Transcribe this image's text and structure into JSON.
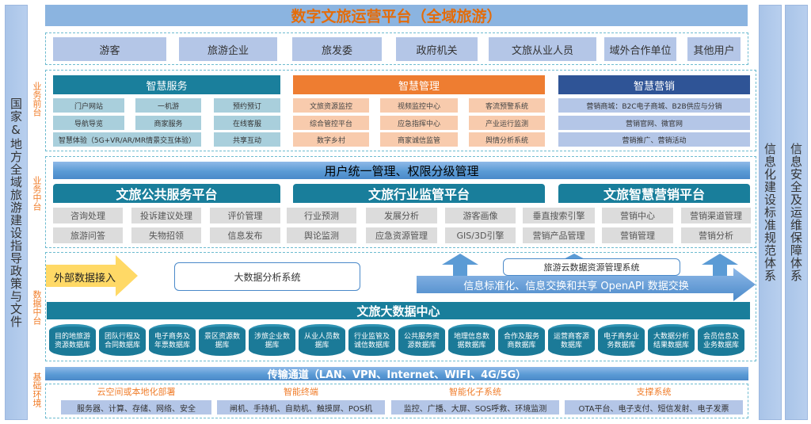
{
  "title": "数字文旅运营平台（全域旅游）",
  "left_sidebar": "国家&地方全域旅游建设指导政策与文件",
  "right_sidebars": [
    "信息化建设标准规范体系",
    "信息安全及运维保障体系"
  ],
  "layer_labels": {
    "front": "业务前台",
    "middle": "业务中台",
    "data": "数据中台",
    "infra": "基础环境"
  },
  "users": [
    "游客",
    "旅游企业",
    "旅发委",
    "政府机关",
    "文旅从业人员",
    "域外合作单位",
    "其他用户"
  ],
  "front": {
    "service": {
      "title": "智慧服务",
      "rows": [
        [
          "门户网站",
          "一机游",
          "预约预订"
        ],
        [
          "导航导览",
          "商家服务",
          "在线客服"
        ]
      ],
      "wide": "智慧体验（5G+VR/AR/MR情景交互体验）",
      "last": "共享互动"
    },
    "management": {
      "title": "智慧管理",
      "rows": [
        [
          "文旅资源监控",
          "视频监控中心",
          "客流预警系统"
        ],
        [
          "综合管控平台",
          "应急指挥中心",
          "产业运行监测"
        ],
        [
          "数字乡村",
          "商家诚信监管",
          "舆情分析系统"
        ]
      ]
    },
    "marketing": {
      "title": "智慧营销",
      "rows": [
        "营销商城：B2C电子商城、B2B供应与分销",
        "营销官网、微官网",
        "营销推广、营销活动"
      ]
    }
  },
  "middle": {
    "banner": "用户统一管理、权限分级管理",
    "platforms": [
      {
        "title": "文旅公共服务平台",
        "rows": [
          [
            "咨询处理",
            "投诉建议处理",
            "评价管理"
          ],
          [
            "旅游问答",
            "失物招领",
            "信息发布"
          ]
        ]
      },
      {
        "title": "文旅行业监管平台",
        "rows": [
          [
            "行业预测",
            "发展分析",
            "游客画像"
          ],
          [
            "舆论监测",
            "应急资源管理",
            "GIS/3D引擎"
          ]
        ]
      },
      {
        "title": "文旅智慧营销平台",
        "rows": [
          [
            "垂直搜索引擎",
            "营销中心",
            "营销渠道管理"
          ],
          [
            "营销产品管理",
            "营销管理",
            "营销分析"
          ]
        ]
      }
    ]
  },
  "data_center": {
    "external": "外部数据接入",
    "analysis": "大数据分析系统",
    "cloud": "旅游云数据资源管理系统",
    "exchange": "信息标准化、信息交换和共享 OpenAPI 数据交换",
    "title": "文旅大数据中心",
    "databases": [
      [
        "目的地旅游",
        "资源数据库"
      ],
      [
        "团队行程及",
        "合同数据库"
      ],
      [
        "电子商务及",
        "年票数据库"
      ],
      [
        "景区资源数",
        "据库"
      ],
      [
        "涉旅企业数",
        "据库"
      ],
      [
        "从业人员数",
        "据库"
      ],
      [
        "行业监管及",
        "诚信数据库"
      ],
      [
        "公共服务资",
        "源数据库"
      ],
      [
        "地理信息数",
        "据数据库"
      ],
      [
        "合作及服务",
        "商数据库"
      ],
      [
        "运营商客源",
        "数据库"
      ],
      [
        "电子商务业",
        "务数据库"
      ],
      [
        "大数据分析",
        "结果数据库"
      ],
      [
        "会员信息及",
        "业务数据库"
      ]
    ]
  },
  "infra": {
    "channel": "传输通道（LAN、VPN、Internet、WIFI、4G/5G）",
    "groups": [
      {
        "title": "云空间或本地化部署",
        "content": "服务器、计算、存储、网络、安全"
      },
      {
        "title": "智能终端",
        "content": "闸机、手持机、自助机、触摸屏、POS机"
      },
      {
        "title": "智能化子系统",
        "content": "监控、广播、大屏、SOS呼救、环境监测"
      },
      {
        "title": "支撑系统",
        "content": "OTA平台、电子支付、短信发射、电子发票"
      }
    ]
  }
}
